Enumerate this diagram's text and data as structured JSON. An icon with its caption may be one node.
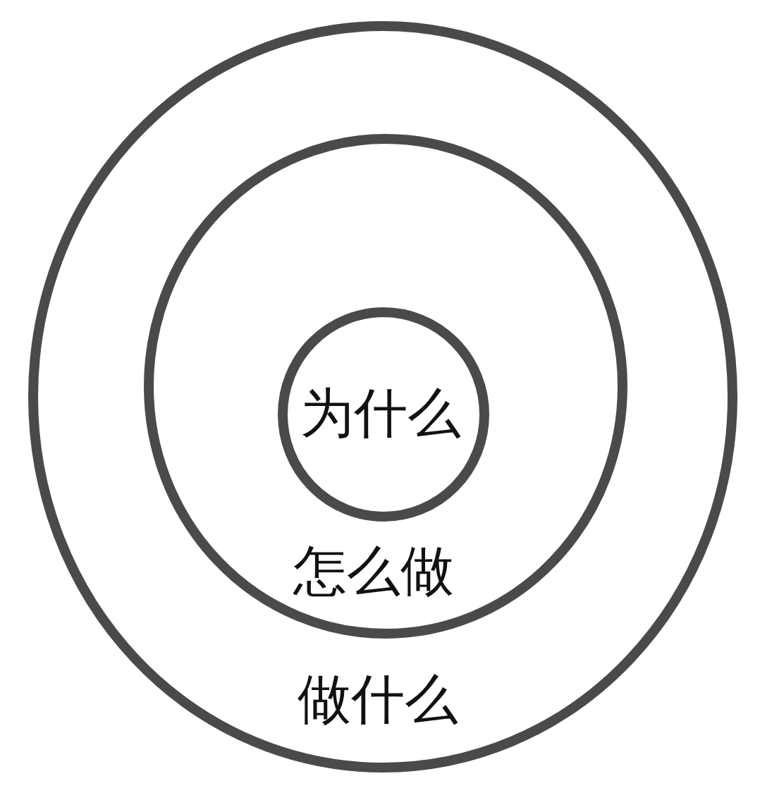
{
  "diagram": {
    "nodes": [
      {
        "text": [
          "做什么"
        ]
      },
      {
        "text": [
          "怎么做"
        ],
        "in": 0
      },
      {
        "text": [
          "为什么"
        ],
        "in": 1
      }
    ]
  }
}
